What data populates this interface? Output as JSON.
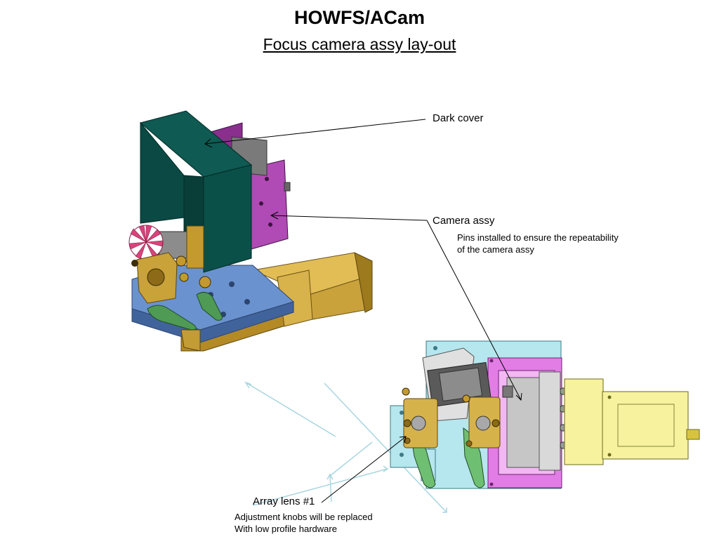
{
  "title": "HOWFS/ACam",
  "subtitle": "Focus camera assy lay-out",
  "labels": {
    "dark_cover": "Dark cover",
    "camera_assy": "Camera assy",
    "camera_note_line1": "Pins installed to ensure the repeatability",
    "camera_note_line2": "of the camera assy",
    "array_lens": "Array lens #1",
    "array_note_line1": "Adjustment knobs will be replaced",
    "array_note_line2": "With low profile hardware"
  },
  "colors": {
    "dark_cover": "#0b4a44",
    "camera_plate": "#a23fa6",
    "base_plate": "#5d86c4",
    "rail": "#c7a23c",
    "mount": "#4f9a55",
    "pink_wheel": "#d9437c",
    "top_view_base": "#b6e6ee",
    "top_view_frame": "#e37de6",
    "top_view_tail": "#f6f29e",
    "top_view_camera": "#c6c6c6",
    "ray_lines": "#a8d6e0"
  }
}
